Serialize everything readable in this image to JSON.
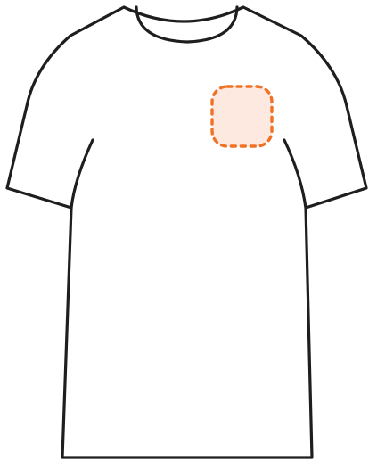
{
  "garment": {
    "type": "t-shirt",
    "view": "front",
    "outline_color": "#1e1e1e",
    "fill_color": "#ffffff"
  },
  "print_area": {
    "location": "left chest",
    "selected": true,
    "border_color": "#f07227",
    "fill_color": "#fde9e0"
  }
}
